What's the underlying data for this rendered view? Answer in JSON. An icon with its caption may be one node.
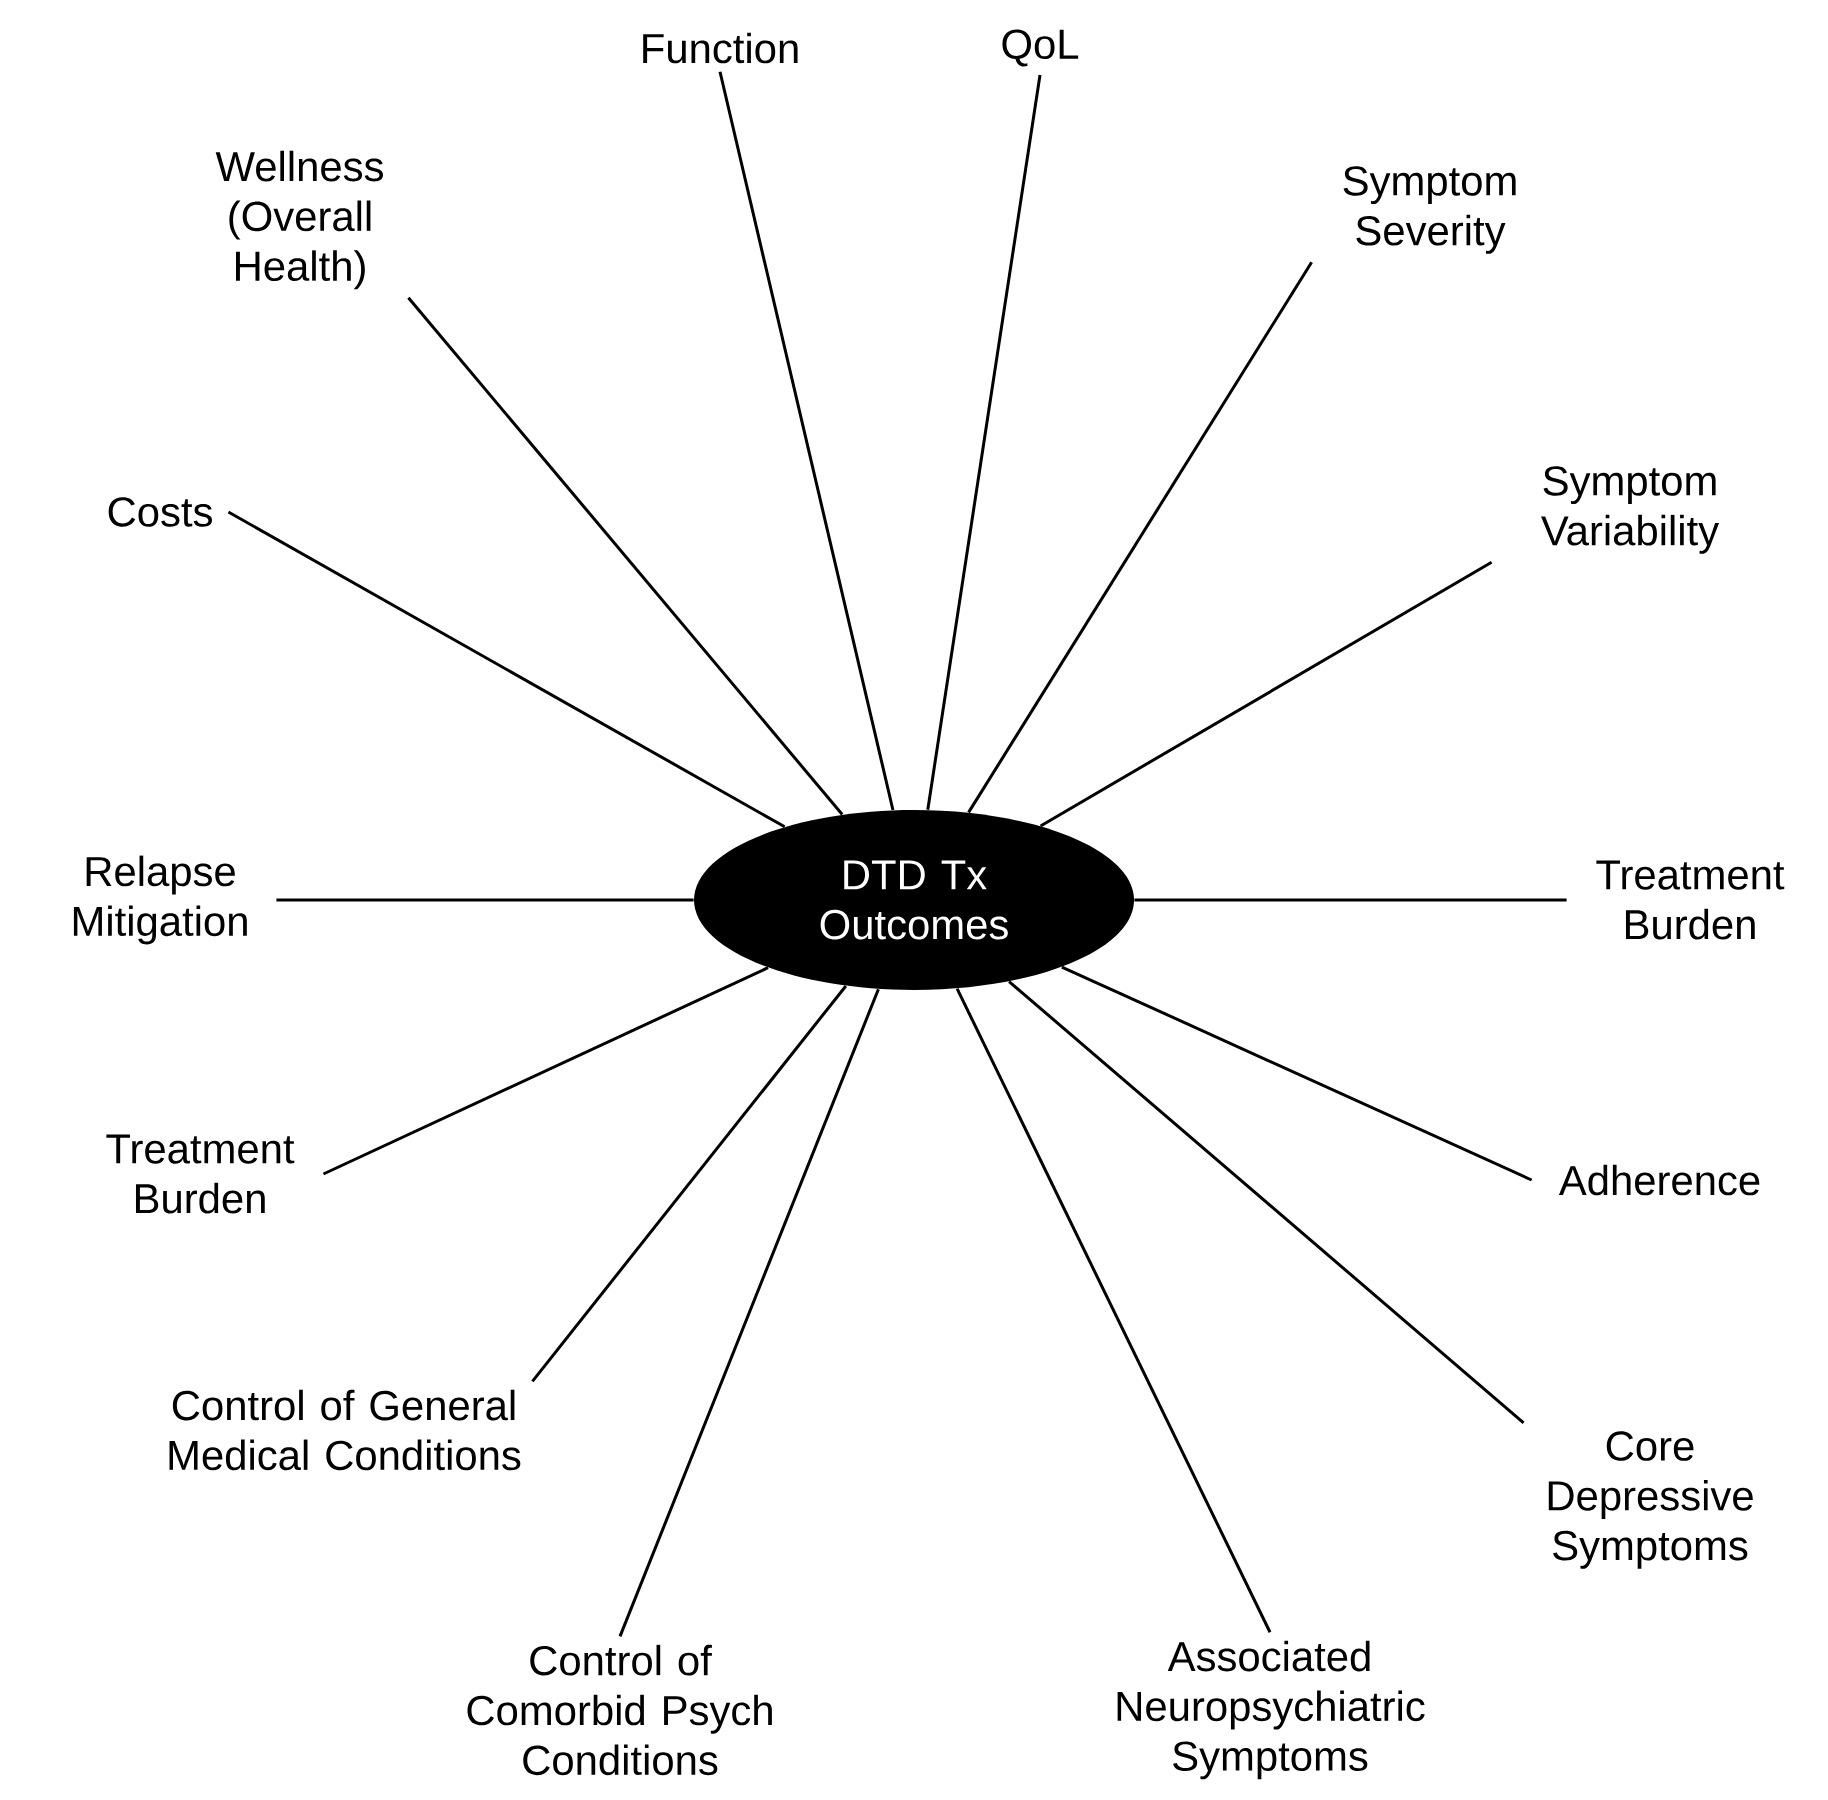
{
  "diagram": {
    "nodes": [
      {
        "text": [
          "DTD Tx Outcomes"
        ]
      },
      {
        "text": [
          "Function"
        ]
      },
      {
        "text": [
          "QoL"
        ]
      },
      {
        "text": [
          "Symptom Severity"
        ]
      },
      {
        "text": [
          "Symptom Variability"
        ]
      },
      {
        "text": [
          "Treatment Burden"
        ]
      },
      {
        "text": [
          "Adherence"
        ]
      },
      {
        "text": [
          "Core Depressive Symptoms"
        ]
      },
      {
        "text": [
          "Associated Neuropsychiatric Symptoms"
        ]
      },
      {
        "text": [
          "Control of Comorbid Psych Conditions"
        ]
      },
      {
        "text": [
          "Control of General Medical Conditions"
        ]
      },
      {
        "text": [
          "Treatment Burden"
        ]
      },
      {
        "text": [
          "Relapse Mitigation"
        ]
      },
      {
        "text": [
          "Costs"
        ]
      },
      {
        "text": [
          "Wellness (Overall Health)"
        ]
      }
    ],
    "edges": [
      {
        "from": 0,
        "to": 1,
        "arrow": "none"
      },
      {
        "from": 0,
        "to": 2,
        "arrow": "none"
      },
      {
        "from": 0,
        "to": 3,
        "arrow": "none"
      },
      {
        "from": 0,
        "to": 4,
        "arrow": "none"
      },
      {
        "from": 0,
        "to": 5,
        "arrow": "none"
      },
      {
        "from": 0,
        "to": 6,
        "arrow": "none"
      },
      {
        "from": 0,
        "to": 7,
        "arrow": "none"
      },
      {
        "from": 0,
        "to": 8,
        "arrow": "none"
      },
      {
        "from": 0,
        "to": 9,
        "arrow": "none"
      },
      {
        "from": 0,
        "to": 10,
        "arrow": "none"
      },
      {
        "from": 0,
        "to": 11,
        "arrow": "none"
      },
      {
        "from": 0,
        "to": 12,
        "arrow": "none"
      },
      {
        "from": 0,
        "to": 13,
        "arrow": "none"
      },
      {
        "from": 0,
        "to": 14,
        "arrow": "none"
      }
    ]
  }
}
